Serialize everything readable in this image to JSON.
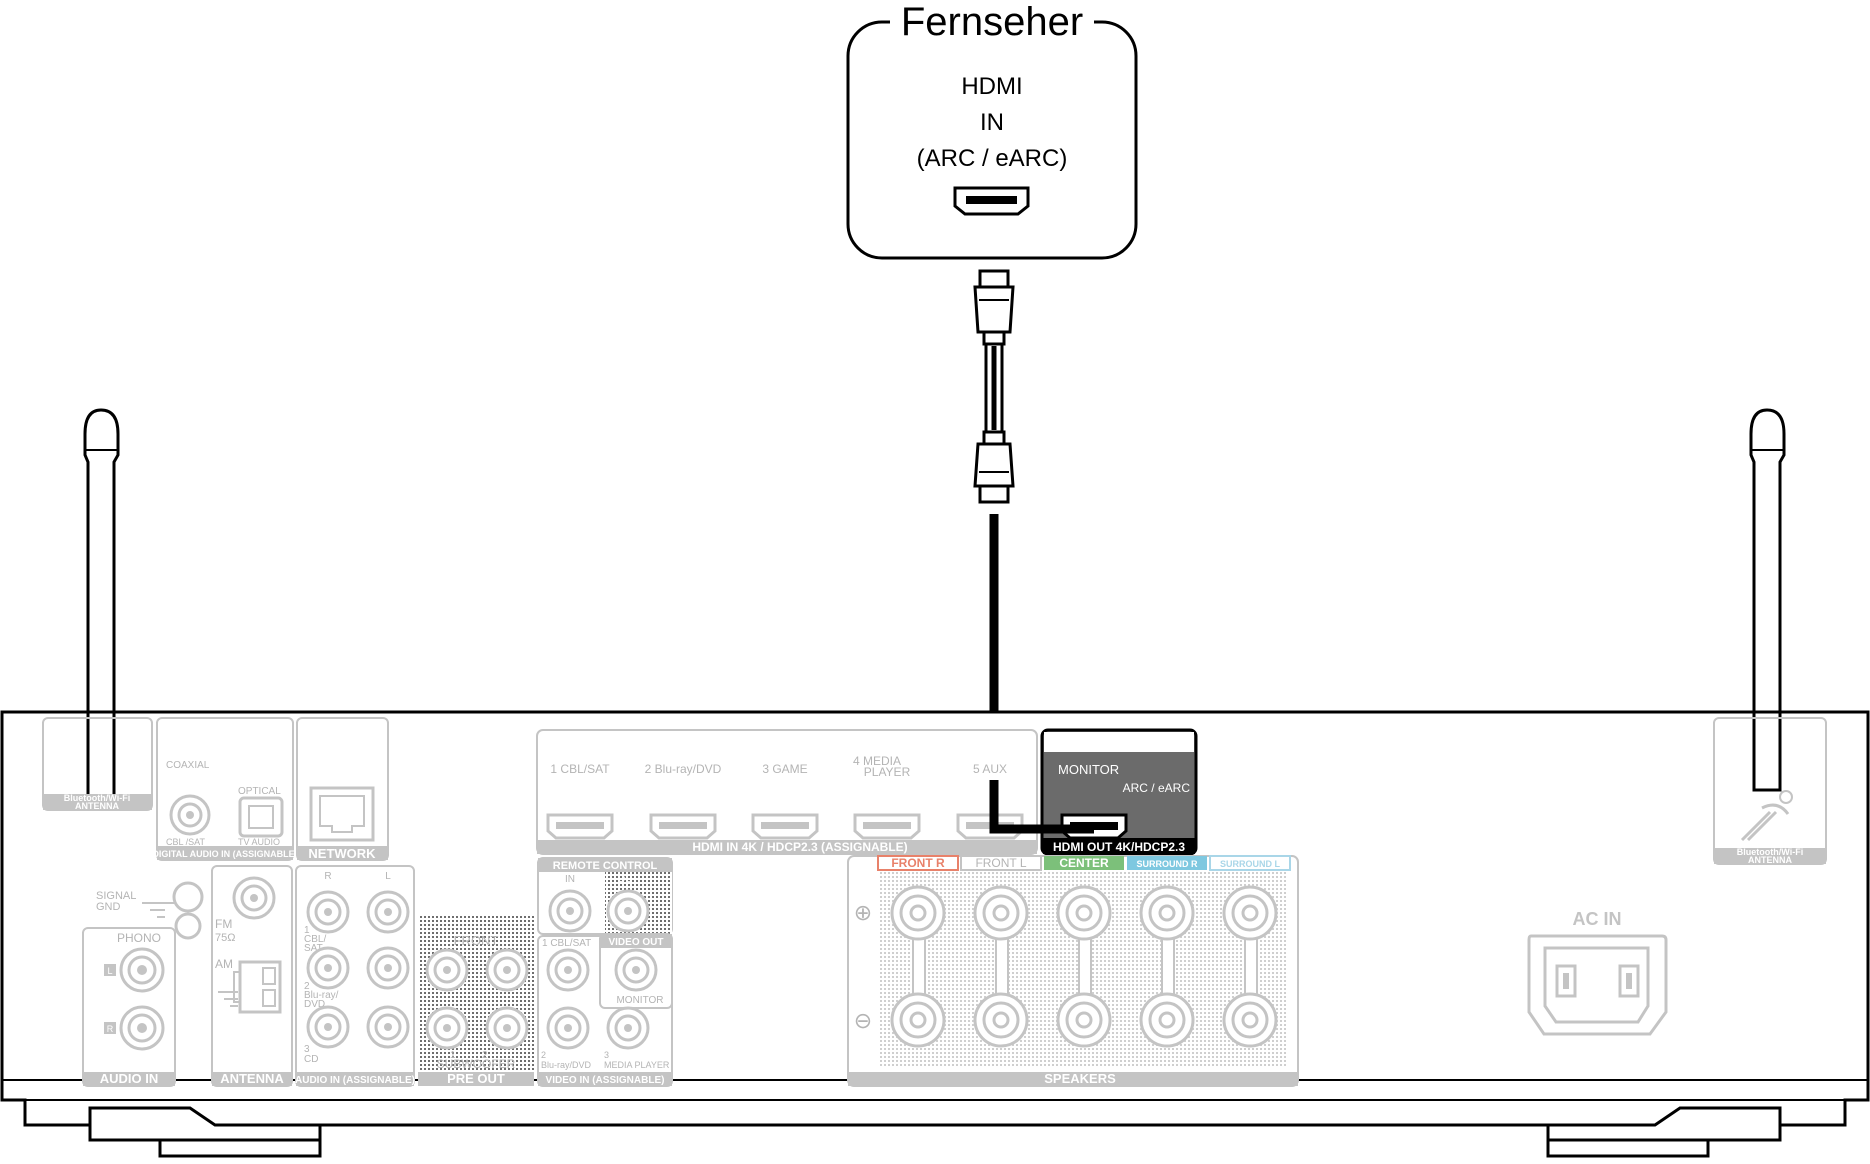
{
  "tv": {
    "title": "Fernseher",
    "port_line1": "HDMI",
    "port_line2": "IN",
    "port_line3": "(ARC / eARC)"
  },
  "left_panel": {
    "bt_antenna_line1": "Bluetooth/Wi-Fi",
    "bt_antenna_line2": "ANTENNA",
    "coaxial": "COAXIAL",
    "optical": "OPTICAL",
    "cbl_sat": "CBL /SAT",
    "tv_audio": "TV AUDIO",
    "digital_audio_in": "DIGITAL AUDIO IN (ASSIGNABLE)",
    "network": "NETWORK",
    "signal_gnd_1": "SIGNAL",
    "signal_gnd_2": "GND",
    "phono": "PHONO",
    "ch_l": "L",
    "ch_r": "R",
    "audio_in": "AUDIO IN",
    "fm": "FM",
    "fm_ohm": "75Ω",
    "am": "AM",
    "antenna": "ANTENNA",
    "ain_1": "1",
    "ain_1_name": "CBL/",
    "ain_1_name2": "SAT",
    "ain_2": "2",
    "ain_2_name": "Blu-ray/",
    "ain_2_name2": "DVD",
    "ain_3": "3",
    "ain_3_name": "CD",
    "audio_in_assignable": "AUDIO IN (ASSIGNABLE)"
  },
  "center_panel": {
    "front": "FRONT",
    "subwoofer": "SUBWOOFER",
    "sub_1": "1",
    "sub_2": "2",
    "pre_out": "PRE OUT",
    "remote_control": "REMOTE CONTROL",
    "rc_in": "IN",
    "rc_out": "OUT",
    "vin_1": "1 CBL/SAT",
    "video_out": "VIDEO OUT",
    "monitor": "MONITOR",
    "vin_2": "2",
    "vin_2_name": "Blu-ray/DVD",
    "vin_3": "3",
    "vin_3_name": "MEDIA PLAYER",
    "video_in": "VIDEO IN (ASSIGNABLE)"
  },
  "hdmi": {
    "in_labels": [
      "1 CBL/SAT",
      "2 Blu-ray/DVD",
      "3 GAME",
      "4 MEDIA",
      "PLAYER",
      "5 AUX"
    ],
    "in_section": "HDMI IN  4K / HDCP2.3 (ASSIGNABLE)",
    "out_monitor": "MONITOR",
    "out_arc": "ARC / eARC",
    "out_section": "HDMI OUT 4K/HDCP2.3"
  },
  "speakers": {
    "labels": [
      "FRONT R",
      "FRONT L",
      "CENTER",
      "SURROUND R",
      "SURROUND L"
    ],
    "plus": "⊕",
    "minus": "⊖",
    "section": "SPEAKERS"
  },
  "right_panel": {
    "bt_antenna_line1": "Bluetooth/Wi-Fi",
    "bt_antenna_line2": "ANTENNA",
    "ac_in": "AC IN"
  },
  "colors": {
    "front_r": "#e8816a",
    "center": "#7cc07a",
    "surround_r": "#7ec8e0",
    "surround_l": "#a9d6e8"
  }
}
